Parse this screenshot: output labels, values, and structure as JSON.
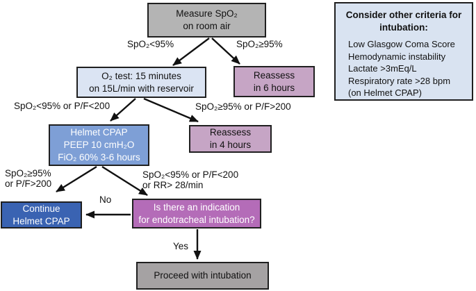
{
  "colors": {
    "node-gray": "#b4b4b4",
    "node-gray2": "#a5a2a3",
    "node-lightblue": "#dbe4f3",
    "node-mauve": "#c6a5c5",
    "node-blue": "#7e9fd6",
    "node-darkblue": "#3a63b2",
    "node-magenta": "#b46cb8",
    "panel-bg": "#d9e3f1",
    "border": "#1f1f1f"
  },
  "nodes": {
    "measure": "Measure SpO₂\non room air",
    "o2_test": "O₂ test: 15 minutes\non 15L/min with reservoir",
    "reassess_6h": "Reassess\nin 6 hours",
    "helmet_cpap": "Helmet CPAP\nPEEP 10 cmH₂O\nFiO₂ 60% 3-6 hours",
    "reassess_4h": "Reassess\nin 4 hours",
    "continue_cpap": "Continue\nHelmet CPAP",
    "intubation_question": "Is there an indication\nfor endotracheal intubation?",
    "proceed": "Proceed with intubation"
  },
  "labels": {
    "spo2_lt_95": "SpO₂<95%",
    "spo2_ge_95": "SpO₂≥95%",
    "spo2_lt_95_pf_lt_200": "SpO₂<95% or P/F<200",
    "spo2_ge_95_pf_gt_200": "SpO₂≥95% or P/F>200",
    "spo2_ge_95_pf_gt_200_stacked": "SpO₂≥95%\nor P/F>200",
    "spo2_lt_95_pf_lt_200_rr": "SpO₂<95% or P/F<200\nor RR> 28/min",
    "no": "No",
    "yes": "Yes"
  },
  "panel": {
    "title": "Consider other criteria for\nintubation:",
    "items": [
      "Low Glasgow Coma Score",
      "Hemodynamic instability",
      "Lactate >3mEq/L",
      "Respiratory rate >28 bpm",
      "(on Helmet CPAP)"
    ]
  }
}
